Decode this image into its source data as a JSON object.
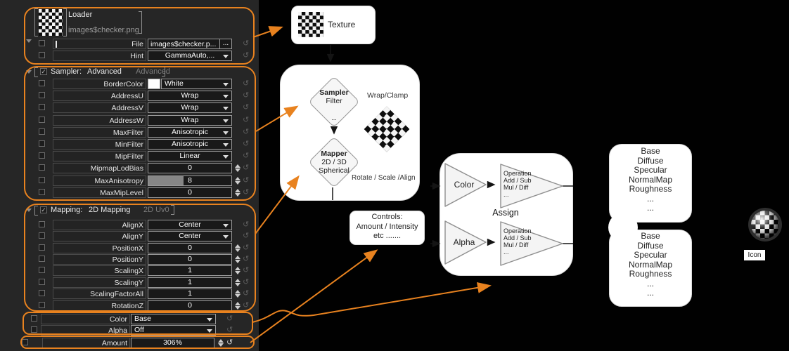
{
  "colors": {
    "accent": "#e8821f",
    "panel_bg": "#262626",
    "node_bg": "#ffffff",
    "line_black": "#141414"
  },
  "panel": {
    "loader": {
      "title": "Loader",
      "subtitle": "images$checker.png",
      "rows": [
        {
          "label": "File",
          "value": "images$checker.p...",
          "browse": "..."
        },
        {
          "label": "Hint",
          "value": "GammaAuto,..."
        }
      ]
    },
    "sampler": {
      "header": {
        "prefix": "Sampler:",
        "mode": "Advanced",
        "hint": "Advanced"
      },
      "rows": [
        {
          "label": "BorderColor",
          "value": "White"
        },
        {
          "label": "AddressU",
          "value": "Wrap"
        },
        {
          "label": "AddressV",
          "value": "Wrap"
        },
        {
          "label": "AddressW",
          "value": "Wrap"
        },
        {
          "label": "MaxFilter",
          "value": "Anisotropic"
        },
        {
          "label": "MinFilter",
          "value": "Anisotropic"
        },
        {
          "label": "MipFilter",
          "value": "Linear"
        },
        {
          "label": "MipmapLodBias",
          "value": "0"
        },
        {
          "label": "MaxAnisotropy",
          "value": "8"
        },
        {
          "label": "MaxMipLevel",
          "value": "0"
        }
      ]
    },
    "mapping": {
      "header": {
        "prefix": "Mapping:",
        "mode": "2D Mapping",
        "hint": "2D Uv0"
      },
      "rows": [
        {
          "label": "AlignX",
          "value": "Center"
        },
        {
          "label": "AlignY",
          "value": "Center"
        },
        {
          "label": "PositionX",
          "value": "0"
        },
        {
          "label": "PositionY",
          "value": "0"
        },
        {
          "label": "ScalingX",
          "value": "1"
        },
        {
          "label": "ScalingY",
          "value": "1"
        },
        {
          "label": "ScalingFactorAll",
          "value": "1"
        },
        {
          "label": "RotationZ",
          "value": "0"
        }
      ]
    },
    "output": {
      "rows": [
        {
          "label": "Color",
          "value": "Base"
        },
        {
          "label": "Alpha",
          "value": "Off"
        }
      ]
    },
    "amount": {
      "label": "Amount",
      "value": "306%"
    }
  },
  "diagram": {
    "texture_label": "Texture",
    "sampler_diamond": {
      "title": "Sampler",
      "sub": "Filter",
      "dots": "..."
    },
    "wrap_clamp": "Wrap/Clamp",
    "mapper_diamond": {
      "title": "Mapper",
      "sub": "2D / 3D",
      "sub2": "Spherical"
    },
    "rotate_scale_align": "Rotate / Scale /Align",
    "controls": {
      "line1": "Controls:",
      "line2": "Amount / Intensity",
      "line3": "etc ......."
    },
    "color_label": "Color",
    "alpha_label": "Alpha",
    "operation": {
      "line1": "Operation",
      "line2": "Add / Sub",
      "line3": "Mul / Diff",
      "line4": "..."
    },
    "assign_label": "Assign",
    "channels": [
      "Base",
      "Diffuse",
      "Specular",
      "NormalMap",
      "Roughness",
      "...",
      "..."
    ],
    "icon_label": "Icon"
  }
}
